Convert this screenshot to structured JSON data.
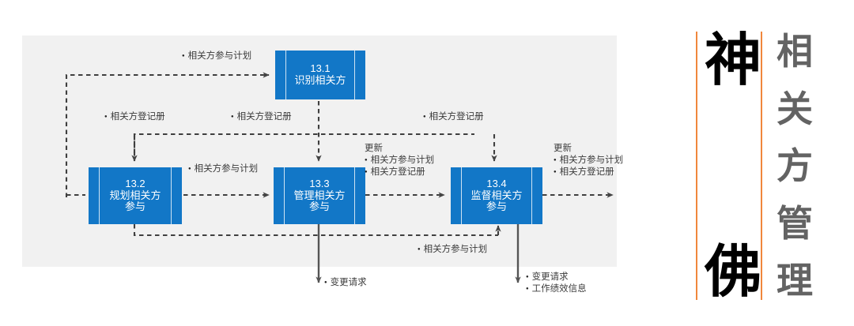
{
  "diagram": {
    "title_panel": {
      "big_chars": [
        "神",
        "佛"
      ],
      "sub_chars": [
        "相",
        "关",
        "方",
        "管",
        "理"
      ],
      "accent_color": "#f0873c",
      "big_color": "#000000",
      "sub_color": "#636363"
    },
    "plate_color": "#f1f1f1",
    "box_color": "#1277c7",
    "boxes": [
      {
        "id": "13-1",
        "num": "13.1",
        "name_lines": [
          "识别相关方"
        ]
      },
      {
        "id": "13-2",
        "num": "13.2",
        "name_lines": [
          "规划相关方",
          "参与"
        ]
      },
      {
        "id": "13-3",
        "num": "13.3",
        "name_lines": [
          "管理相关方",
          "参与"
        ]
      },
      {
        "id": "13-4",
        "num": "13.4",
        "name_lines": [
          "监督相关方",
          "参与"
        ]
      }
    ],
    "labels": {
      "top_plan": "相关方参与计划",
      "reg_left": "相关方登记册",
      "reg_mid": "相关方登记册",
      "reg_right": "相关方登记册",
      "plan_mid": "相关方参与计划",
      "update_mid_head": "更新",
      "update_mid_1": "相关方参与计划",
      "update_mid_2": "相关方登记册",
      "update_right_head": "更新",
      "update_right_1": "相关方参与计划",
      "update_right_2": "相关方登记册",
      "plan_bottom": "相关方参与计划",
      "change_req_left": "变更请求",
      "change_req_right": "变更请求",
      "work_perf": "工作绩效信息"
    }
  }
}
